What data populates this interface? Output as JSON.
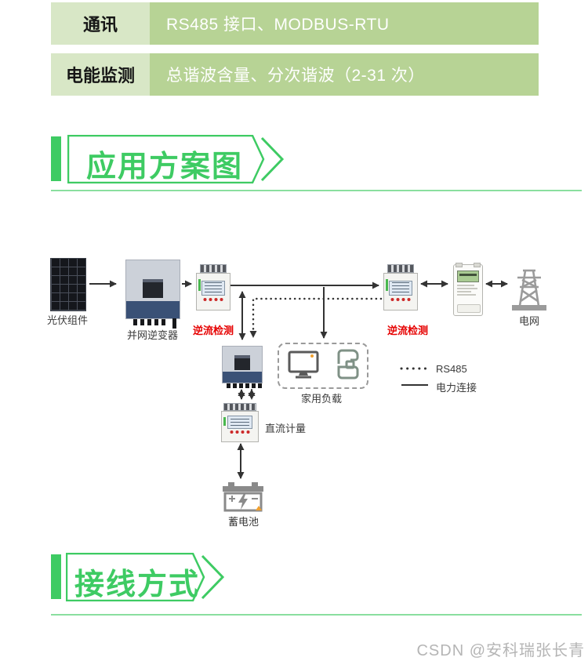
{
  "spec_table": {
    "rows": [
      {
        "label": "通讯",
        "value": "RS485 接口、MODBUS-RTU"
      },
      {
        "label": "电能监测",
        "value": "总谐波含量、分次谐波（2-31 次）"
      }
    ]
  },
  "section_headers": {
    "application": "应用方案图",
    "wiring": "接线方式"
  },
  "diagram": {
    "labels": {
      "pv_module": "光伏组件",
      "grid_inverter": "并网逆变器",
      "reverse_flow_detection_1": "逆流检测",
      "reverse_flow_detection_2": "逆流检测",
      "grid": "电网",
      "household_load": "家用负载",
      "dc_metering": "直流计量",
      "battery": "蓄电池"
    },
    "legend": {
      "rs485": "RS485",
      "power_connection": "电力连接"
    }
  },
  "watermark": "CSDN @安科瑞张长青",
  "colors": {
    "header_green": "#3ecb63",
    "table_label_bg": "#d8e7c6",
    "table_value_bg": "#b7d395",
    "detection_red": "#e60000",
    "line_color": "#333333"
  }
}
